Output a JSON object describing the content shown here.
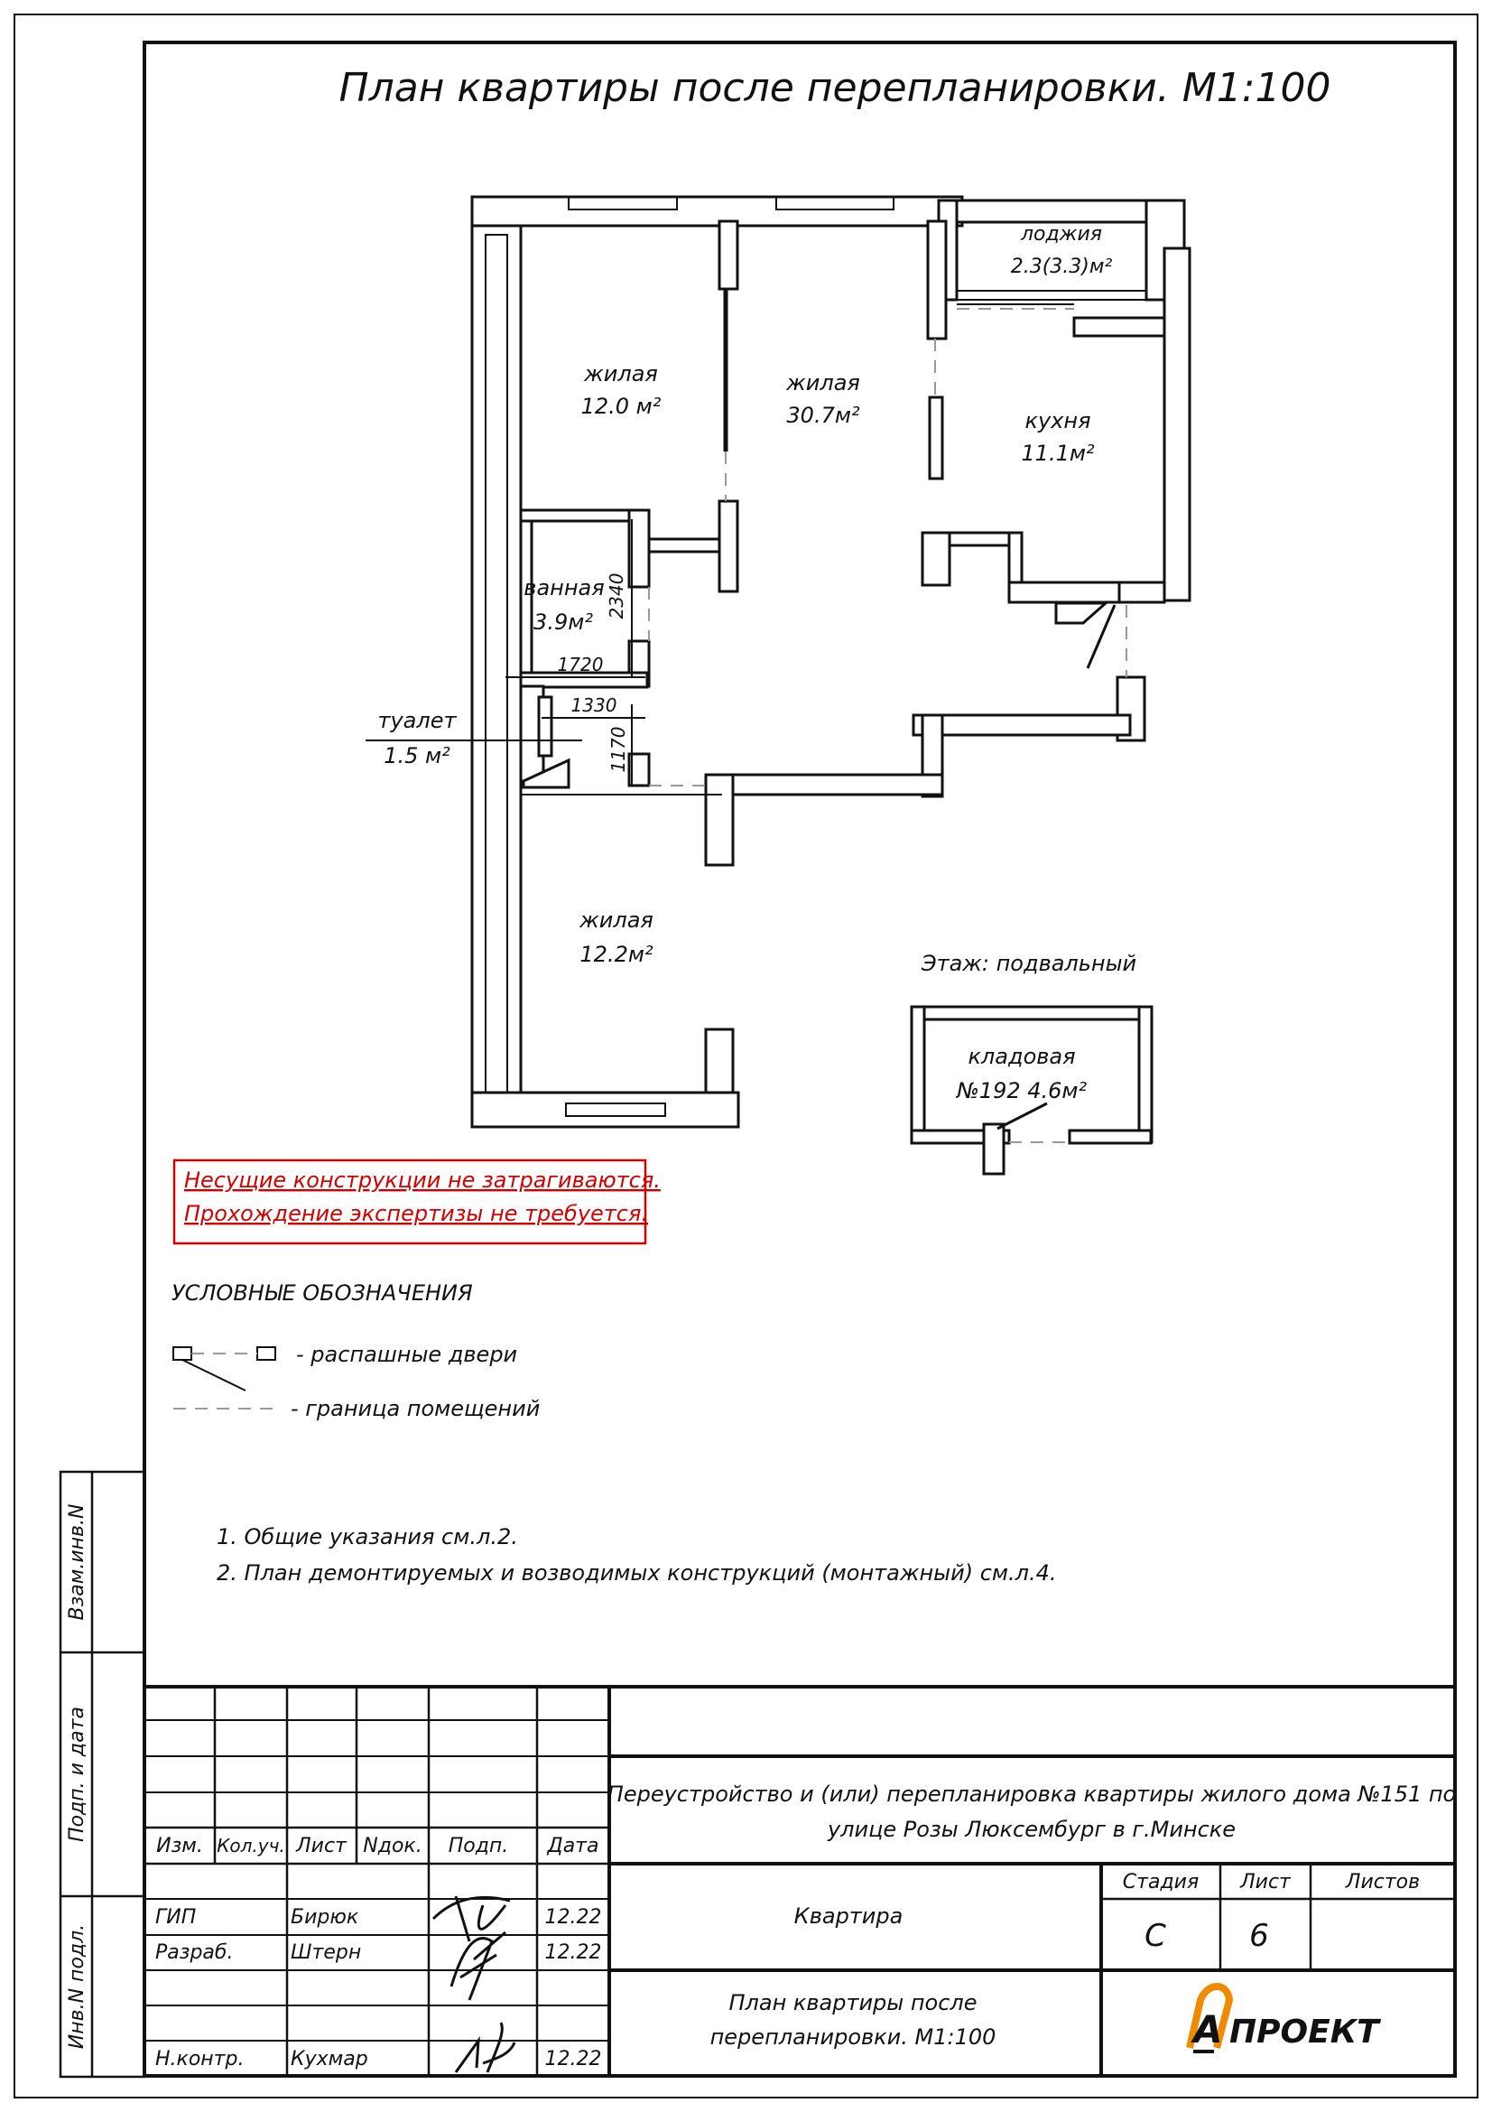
{
  "title": "План квартиры после перепланировки. М1:100",
  "rooms": {
    "living1": {
      "name": "жилая",
      "area": "12.0 м²"
    },
    "living2": {
      "name": "жилая",
      "area": "30.7м²"
    },
    "loggia": {
      "name": "лоджия",
      "area": "2.3(3.3)м²"
    },
    "kitchen": {
      "name": "кухня",
      "area": "11.1м²"
    },
    "bath": {
      "name": "ванная",
      "area": "3.9м²"
    },
    "toilet": {
      "name": "туалет",
      "area": "1.5 м²"
    },
    "living3": {
      "name": "жилая",
      "area": "12.2м²"
    },
    "storage": {
      "name": "кладовая",
      "area": "№192  4.6м²"
    }
  },
  "dimensions": {
    "bath_height": "2340",
    "bath_width": "1720",
    "toilet_width": "1330",
    "toilet_height": "1170"
  },
  "floor_label": "Этаж: подвальный",
  "notice": {
    "line1": "Несущие конструкции не затрагиваются.",
    "line2": "Прохождение экспертизы не требуется.",
    "color": "#d40000"
  },
  "legend": {
    "heading": "УСЛОВНЫЕ ОБОЗНАЧЕНИЯ",
    "items": [
      {
        "icon": "swing-door-icon",
        "label": "- распашные двери"
      },
      {
        "icon": "room-boundary-line-icon",
        "label": "- граница помещений"
      }
    ]
  },
  "notes": [
    "1. Общие указания см.л.2.",
    "2. План демонтируемых и возводимых конструкций (монтажный) см.л.4."
  ],
  "side_stamp": {
    "ref": "Взам.инв.N",
    "sign_date": "Подп. и дата",
    "inv": "Инв.N подл."
  },
  "title_block": {
    "headers": {
      "izm": "Изм.",
      "koluch": "Кол.уч.",
      "list": "Лист",
      "ndok": "Nдок.",
      "podp": "Подп.",
      "date": "Дата"
    },
    "signers": [
      {
        "role": "ГИП",
        "name": "Бирюк",
        "date": "12.22"
      },
      {
        "role": "Разраб.",
        "name": "Штерн",
        "date": "12.22"
      },
      {
        "role": "Н.контр.",
        "name": "Кухмар",
        "date": "12.22"
      }
    ],
    "project_title": "Переустройство и (или) перепланировка квартиры жилого дома №151 по улице Розы Люксембург в г.Минске",
    "project_line1": "Переустройство и (или) перепланировка квартиры жилого дома №151 по",
    "project_line2": "улице Розы Люксембург в г.Минске",
    "object": "Квартира",
    "stage_label": "Стадия",
    "sheet_label": "Лист",
    "sheets_label": "Листов",
    "stage": "С",
    "sheet": "6",
    "sheets": "",
    "drawing_line1": "План квартиры после",
    "drawing_line2": "перепланировки. М1:100",
    "logo_text": "ПРОЕКТ",
    "logo_letter": "А",
    "logo_color": "#f08a00"
  }
}
